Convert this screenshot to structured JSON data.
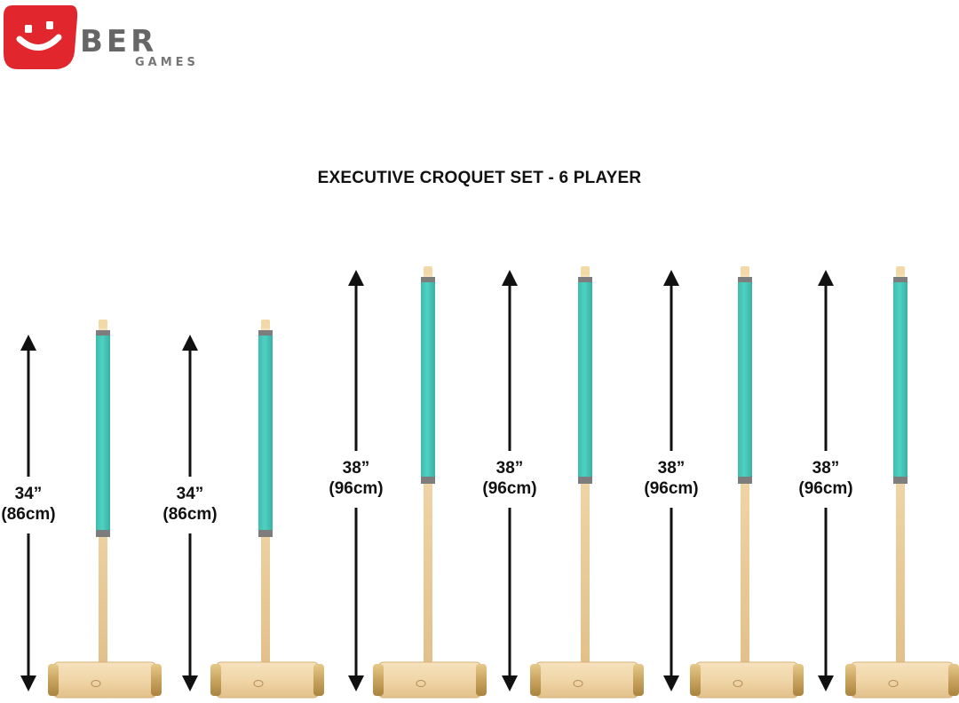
{
  "brand": {
    "name": "BER",
    "sub": "GAMES",
    "accent_color": "#e2262e",
    "icon": "smiley-logo-icon"
  },
  "title": "EXECUTIVE CROQUET SET - 6 PLAYER",
  "colors": {
    "grip": "#4fd1c1",
    "wood": "#f0d6a8",
    "brass": "#c9a460",
    "arrow": "#111111"
  },
  "mallets": [
    {
      "length_in": "34”",
      "length_cm": "(86cm)"
    },
    {
      "length_in": "34”",
      "length_cm": "(86cm)"
    },
    {
      "length_in": "38”",
      "length_cm": "(96cm)"
    },
    {
      "length_in": "38”",
      "length_cm": "(96cm)"
    },
    {
      "length_in": "38”",
      "length_cm": "(96cm)"
    },
    {
      "length_in": "38”",
      "length_cm": "(96cm)"
    }
  ]
}
